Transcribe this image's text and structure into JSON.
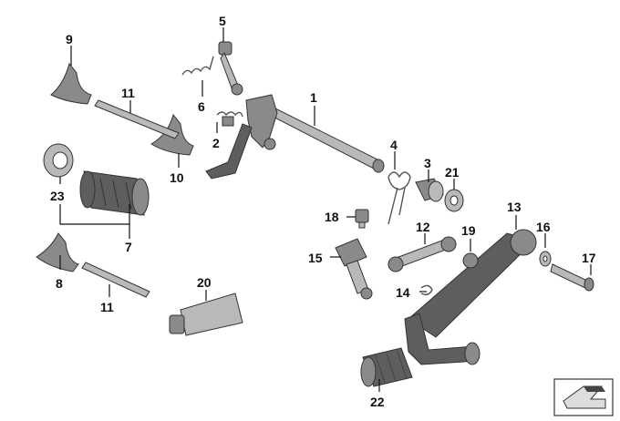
{
  "callouts": [
    {
      "id": "c1",
      "label": "1"
    },
    {
      "id": "c2",
      "label": "2"
    },
    {
      "id": "c3",
      "label": "3"
    },
    {
      "id": "c4",
      "label": "4"
    },
    {
      "id": "c5",
      "label": "5"
    },
    {
      "id": "c6",
      "label": "6"
    },
    {
      "id": "c7",
      "label": "7"
    },
    {
      "id": "c8",
      "label": "8"
    },
    {
      "id": "c9",
      "label": "9"
    },
    {
      "id": "c10",
      "label": "10"
    },
    {
      "id": "c11a",
      "label": "11"
    },
    {
      "id": "c11b",
      "label": "11"
    },
    {
      "id": "c12",
      "label": "12"
    },
    {
      "id": "c13",
      "label": "13"
    },
    {
      "id": "c14",
      "label": "14"
    },
    {
      "id": "c15",
      "label": "15"
    },
    {
      "id": "c16",
      "label": "16"
    },
    {
      "id": "c17",
      "label": "17"
    },
    {
      "id": "c18",
      "label": "18"
    },
    {
      "id": "c19",
      "label": "19"
    },
    {
      "id": "c20",
      "label": "20"
    },
    {
      "id": "c21",
      "label": "21"
    },
    {
      "id": "c22",
      "label": "22"
    },
    {
      "id": "c23",
      "label": "23"
    }
  ],
  "icon": {
    "corner": "arrow-shift-icon"
  },
  "colors": {
    "part_dark": "#5e5e5e",
    "part_mid": "#8a8a8a",
    "part_light": "#b9b9b9",
    "line": "#111111"
  }
}
